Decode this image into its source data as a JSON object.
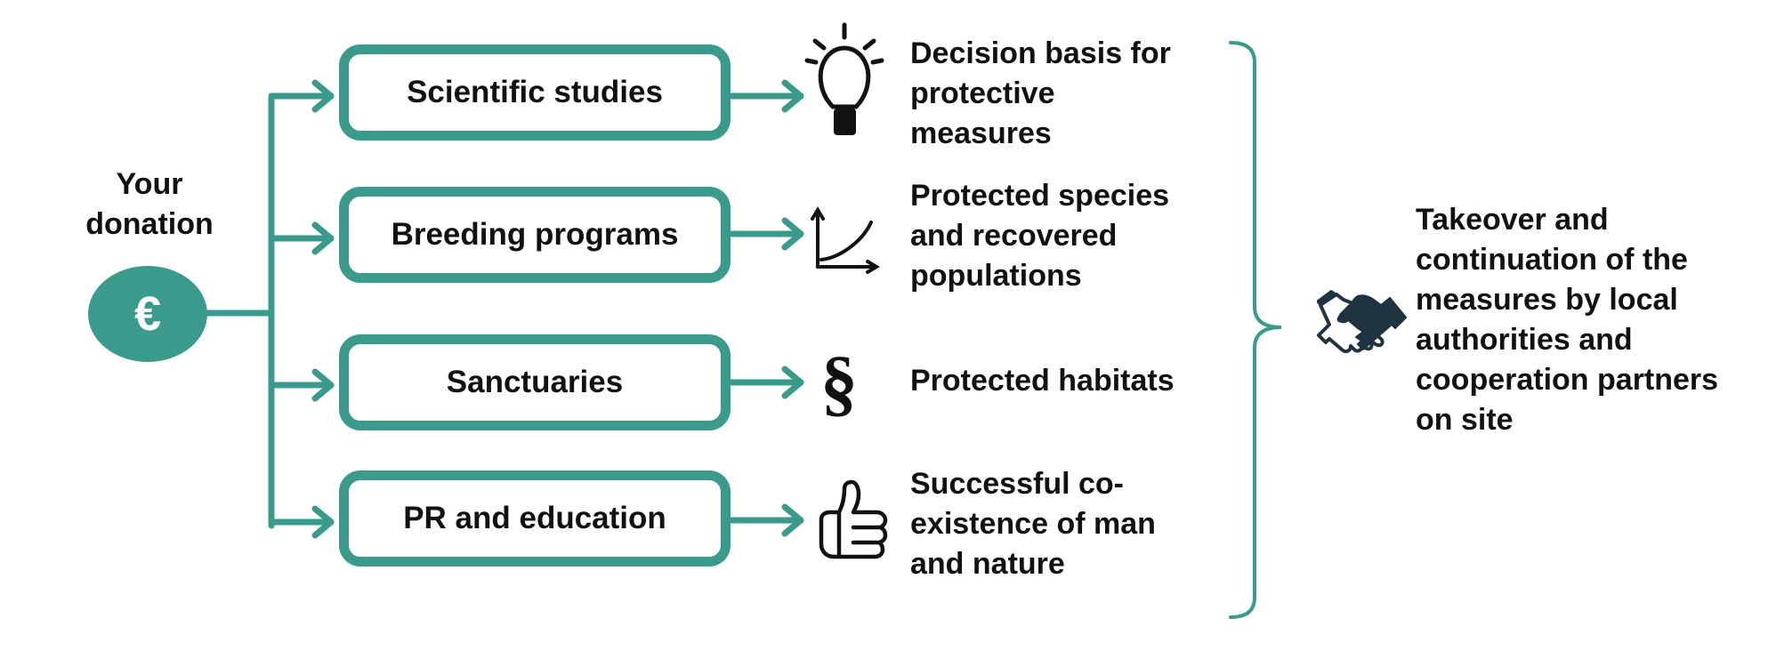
{
  "donation": {
    "label_line1": "Your",
    "label_line2": "donation",
    "currency_symbol": "€"
  },
  "activities": [
    "Scientific studies",
    "Breeding programs",
    "Sanctuaries",
    "PR and education"
  ],
  "outcomes": [
    {
      "icon": "lightbulb-icon",
      "lines": [
        "Decision basis for",
        "protective",
        "measures"
      ]
    },
    {
      "icon": "growth-graph-icon",
      "lines": [
        "Protected species",
        "and recovered",
        "populations"
      ]
    },
    {
      "icon": "section-sign-icon",
      "symbol": "§",
      "lines": [
        "Protected habitats"
      ]
    },
    {
      "icon": "thumbs-up-icon",
      "lines": [
        "Successful co-",
        "existence of man",
        "and nature"
      ]
    }
  ],
  "final_outcome": {
    "icon": "handshake-icon",
    "lines": [
      "Takeover and",
      "continuation of the",
      "measures by local",
      "authorities and",
      "cooperation partners",
      "on site"
    ]
  },
  "colors": {
    "accent": "#3a9a8c",
    "text": "#111111",
    "icon": "#111111",
    "handshake": "#1f3340"
  }
}
